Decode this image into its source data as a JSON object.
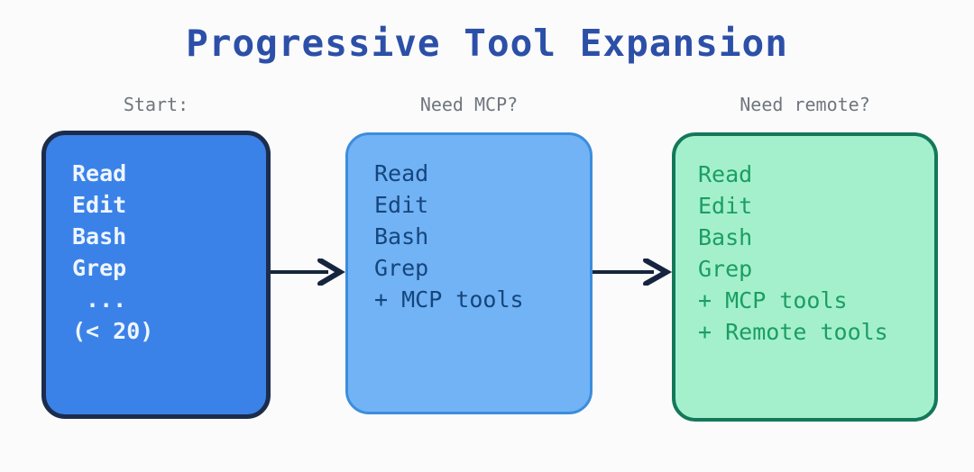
{
  "title": "Progressive Tool Expansion",
  "colors": {
    "background": "#fbfbfb",
    "title": "#2c4fa8",
    "label": "#70767e",
    "arrow": "#16243f",
    "box1_fill": "#3b82e8",
    "box1_border": "#1c2c4c",
    "box1_text": "#eef6ff",
    "box2_fill": "#71b3f5",
    "box2_border": "#3c8ddd",
    "box2_text": "#16457d",
    "box3_fill": "#a4f0cd",
    "box3_border": "#14785a",
    "box3_text": "#1b9e63"
  },
  "stages": [
    {
      "label": "Start:",
      "lines": "Read\nEdit\nBash\nGrep\n ...\n(< 20)",
      "tools": [
        "Read",
        "Edit",
        "Bash",
        "Grep",
        " ...",
        "(< 20)"
      ]
    },
    {
      "label": "Need MCP?",
      "lines": "Read\nEdit\nBash\nGrep\n+ MCP tools",
      "tools": [
        "Read",
        "Edit",
        "Bash",
        "Grep",
        "+ MCP tools"
      ]
    },
    {
      "label": "Need remote?",
      "lines": "Read\nEdit\nBash\nGrep\n+ MCP tools\n+ Remote tools",
      "tools": [
        "Read",
        "Edit",
        "Bash",
        "Grep",
        "+ MCP tools",
        "+ Remote tools"
      ]
    }
  ],
  "arrows": [
    {
      "name": "arrow-stage1-to-stage2"
    },
    {
      "name": "arrow-stage2-to-stage3"
    }
  ]
}
